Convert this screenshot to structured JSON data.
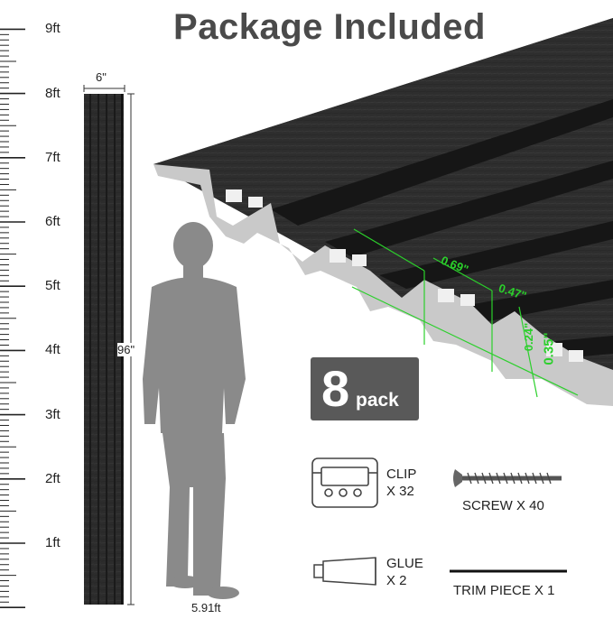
{
  "title": "Package Included",
  "ruler": {
    "labels": [
      "1ft",
      "2ft",
      "3ft",
      "4ft",
      "5ft",
      "6ft",
      "7ft",
      "8ft",
      "9ft"
    ]
  },
  "dimensions": {
    "width": "6\"",
    "length": "96\"",
    "person_height": "5.91ft"
  },
  "profile_dims": {
    "d1": "0.69\"",
    "d2": "0.47\"",
    "d3": "0.24\"",
    "d4": "0.35\""
  },
  "pack": {
    "number": "8",
    "word": "pack"
  },
  "accessories": {
    "clip_name": "CLIP",
    "clip_qty": "X 32",
    "screw": "SCREW X 40",
    "glue_name": "GLUE",
    "glue_qty": "X 2",
    "trim": "TRIM PIECE X 1"
  }
}
